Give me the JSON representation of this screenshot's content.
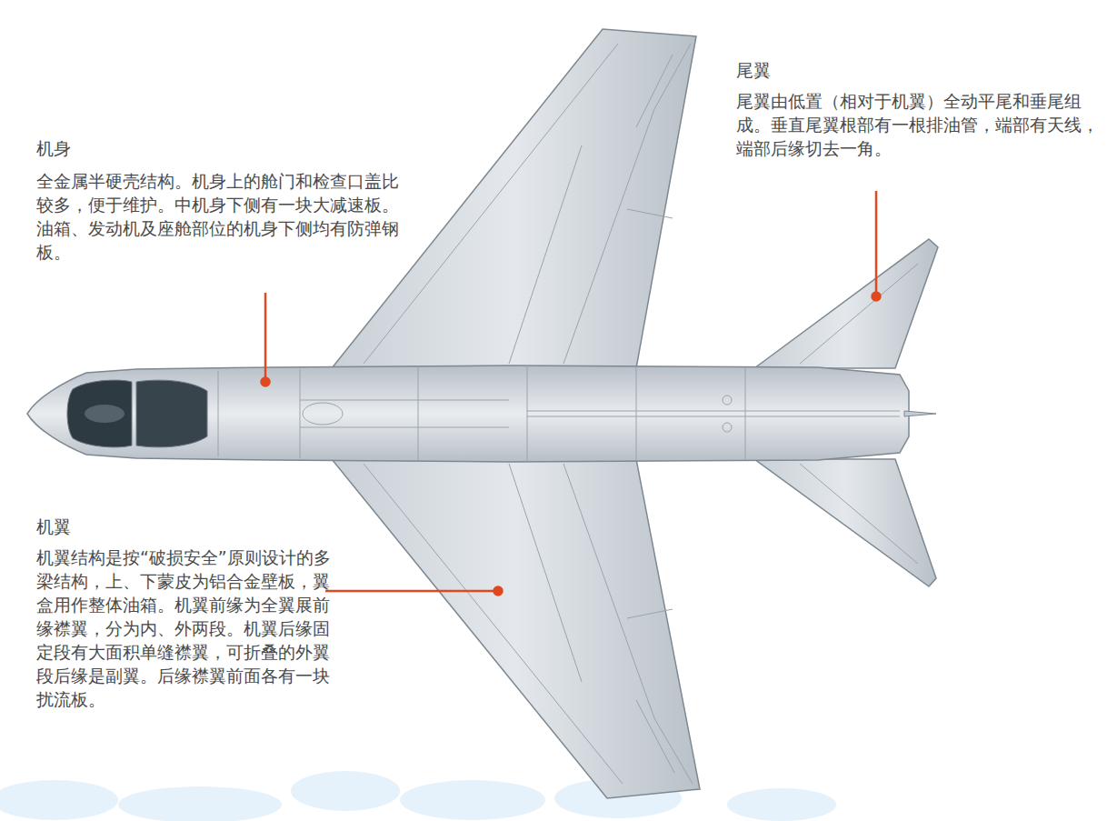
{
  "diagram": {
    "labels": [
      "尾翼",
      "尾翼由低置（相对于机翼）全动平尾和垂尾组成。垂直尾翼根部有一根排油管，端部有天线，端部后缘切去一角。",
      "机身",
      "全金属半硬壳结构。机身上的舱门和检查口盖比较多，便于维护。中机身下侧有一块大减速板。油箱、发动机及座舱部位的机身下侧均有防弹钢板。",
      "机翼",
      "机翼结构是按“破损安全”原则设计的多梁结构，上、下蒙皮为铝合金壁板，翼盒用作整体油箱。机翼前缘为全翼展前缘襟翼，分为内、外两段。机翼后缘固定段有大面积单缝襟翼，可折叠的外翼段后缘是副翼。后缘襟翼前面各有一块扰流板。"
    ]
  }
}
